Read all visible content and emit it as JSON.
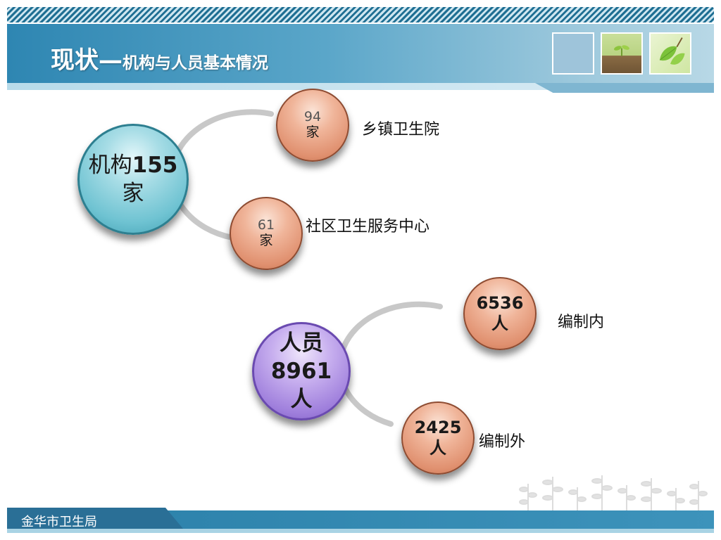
{
  "header": {
    "title_main": "现状—",
    "title_sub": "机构与人员基本情况"
  },
  "institutions": {
    "main_label_prefix": "机构",
    "main_count": "155",
    "main_label_suffix": "家",
    "items": [
      {
        "count": "94",
        "unit": "家",
        "label": "乡镇卫生院"
      },
      {
        "count": "61",
        "unit": "家",
        "label": "社区卫生服务中心"
      }
    ]
  },
  "personnel": {
    "main_label_line1": "人员",
    "main_count": "8961",
    "main_label_line3": "人",
    "items": [
      {
        "count": "6536",
        "unit": "人",
        "label": "编制内"
      },
      {
        "count": "2425",
        "unit": "人",
        "label": "编制外"
      }
    ]
  },
  "footer": {
    "org": "金华市卫生局"
  },
  "colors": {
    "header_blue": "#2e86b2",
    "institutions_sphere": "#6fc3d2",
    "personnel_sphere": "#9f7fdc",
    "leaf_sphere": "#e0906f",
    "connector_gray": "#c8c8c8"
  },
  "icons": [
    "sprout-photo-icon",
    "leaf-photo-icon",
    "plant-silhouette-decoration"
  ]
}
